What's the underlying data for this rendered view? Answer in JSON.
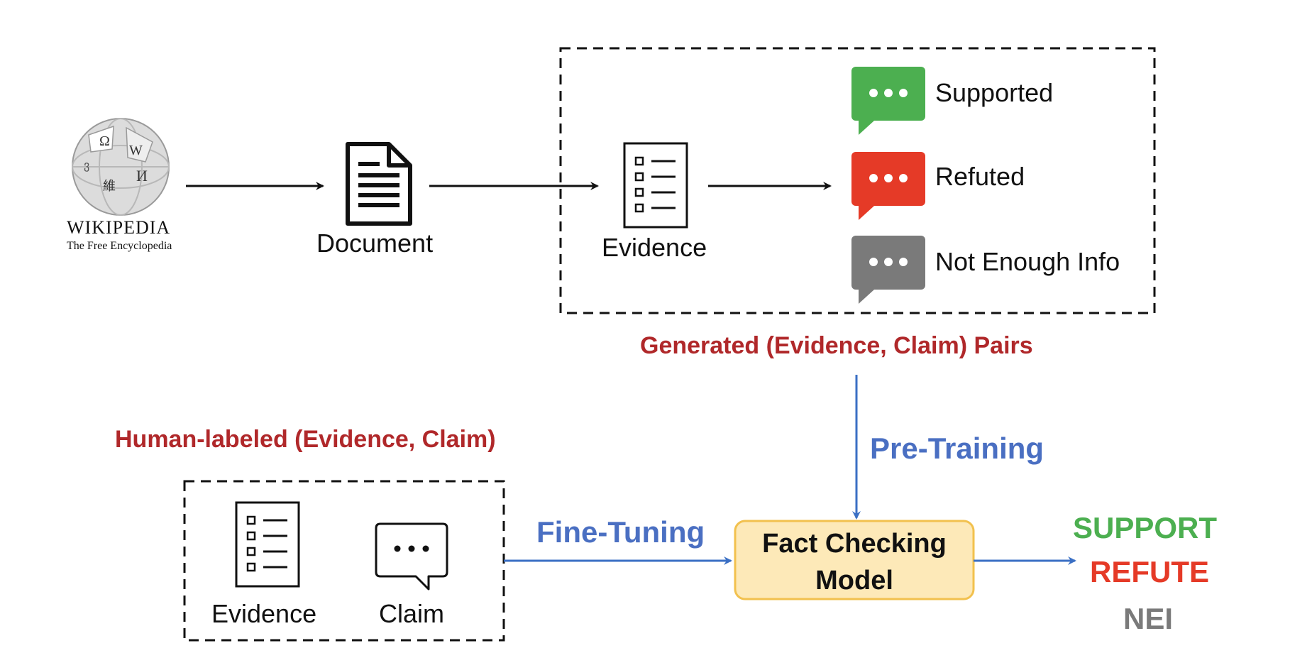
{
  "wikipedia": {
    "name": "WIKIPEDIA",
    "tagline": "The Free Encyclopedia"
  },
  "pipeline": {
    "document_label": "Document",
    "evidence_label": "Evidence",
    "claims": [
      {
        "label": "Supported",
        "color": "#4caf50"
      },
      {
        "label": "Refuted",
        "color": "#e53a27"
      },
      {
        "label": "Not Enough Info",
        "color": "#7a7a7a"
      }
    ],
    "generated_title": "Generated (Evidence, Claim) Pairs"
  },
  "human": {
    "title": "Human-labeled (Evidence, Claim)",
    "evidence_label": "Evidence",
    "claim_label": "Claim"
  },
  "training": {
    "pretraining_label": "Pre-Training",
    "finetuning_label": "Fine-Tuning"
  },
  "model": {
    "line1": "Fact Checking",
    "line2": "Model"
  },
  "outputs": [
    {
      "label": "SUPPORT",
      "color": "#4caf50"
    },
    {
      "label": "REFUTE",
      "color": "#e53a27"
    },
    {
      "label": "NEI",
      "color": "#7a7a7a"
    }
  ],
  "colors": {
    "arrow_blue": "#3a6fc4",
    "model_fill": "#fde9b8",
    "model_border": "#f2c14e",
    "title_red": "#b0282a",
    "label_blue": "#4a6fc2"
  }
}
